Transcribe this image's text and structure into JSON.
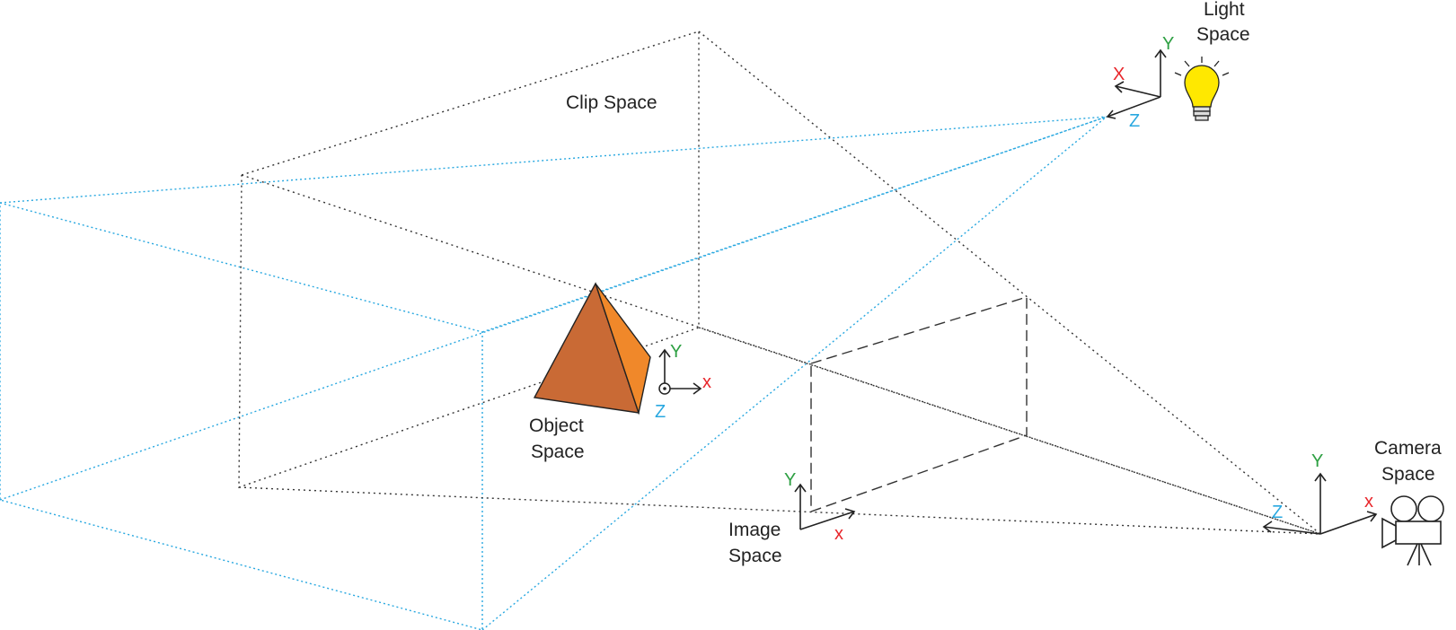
{
  "labels": {
    "clip_space": "Clip Space",
    "object_space_1": "Object",
    "object_space_2": "Space",
    "image_space_1": "Image",
    "image_space_2": "Space",
    "light_space_1": "Light",
    "light_space_2": "Space",
    "camera_space_1": "Camera",
    "camera_space_2": "Space"
  },
  "axes": {
    "object": {
      "x": "x",
      "y": "Y",
      "z": "Z"
    },
    "image": {
      "x": "x",
      "y": "Y"
    },
    "light": {
      "x": "X",
      "y": "Y",
      "z": "Z"
    },
    "camera": {
      "x": "x",
      "y": "Y",
      "z": "Z"
    }
  },
  "colors": {
    "x_axis": "#e8262b",
    "y_axis": "#2ea043",
    "z_axis": "#29a8e0",
    "pyramid_front": "#c96a35",
    "pyramid_side": "#f0882a",
    "bulb": "#ffe800",
    "frustum_light": "#29a8e0",
    "frustum_clip": "#333333"
  },
  "icons": [
    "light-bulb-icon",
    "camera-icon",
    "pyramid-object"
  ]
}
